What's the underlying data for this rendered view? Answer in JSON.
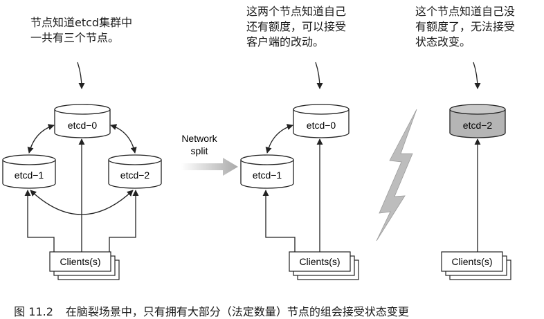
{
  "annotations": {
    "left": "节点知道etcd集群中\n一共有三个节点。",
    "middle": "这两个节点知道自己\n还有额度，可以接受\n客户端的改动。",
    "right": "这个节点知道自己没\n有额度了，无法接受\n状态改变。"
  },
  "nodes": {
    "etcd0": "etcd−0",
    "etcd1": "etcd−1",
    "etcd2": "etcd−2"
  },
  "clients_label": "Clients(s)",
  "network_split": {
    "line1": "Network",
    "line2": "split"
  },
  "colors": {
    "isolated_node_fill": "#b5b5b5",
    "split_arrow": "#b8b8b8",
    "lightning": "#bdbdbd"
  },
  "caption": {
    "number": "图 11.2",
    "text": "在脑裂场景中，只有拥有大部分（法定数量）节点的组会接受状态变更"
  }
}
